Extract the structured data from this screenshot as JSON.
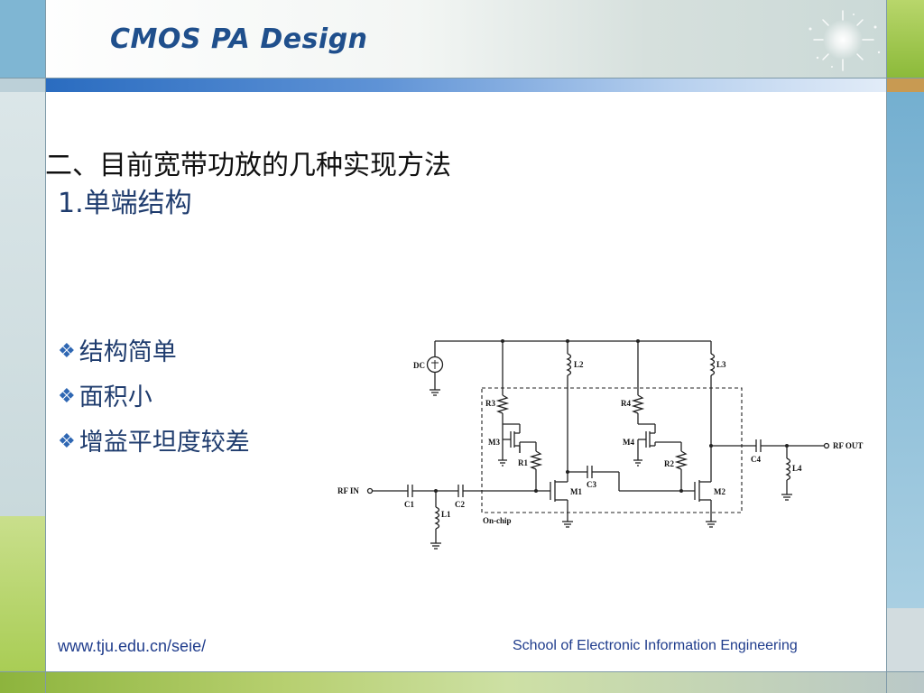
{
  "header": {
    "title": "CMOS PA Design"
  },
  "content": {
    "heading": "二、目前宽带功放的几种实现方法",
    "subheading": "1.单端结构",
    "bullet_marker": "❖",
    "bullets": [
      "结构简单",
      "面积小",
      "增益平坦度较差"
    ]
  },
  "circuit": {
    "labels": {
      "dc": "DC",
      "rf_in": "RF IN",
      "rf_out": "RF OUT",
      "on_chip": "On-chip",
      "c1": "C1",
      "c2": "C2",
      "c3": "C3",
      "c4": "C4",
      "l1": "L1",
      "l2": "L2",
      "l3": "L3",
      "l4": "L4",
      "r1": "R1",
      "r2": "R2",
      "r3": "R3",
      "r4": "R4",
      "m1": "M1",
      "m2": "M2",
      "m3": "M3",
      "m4": "M4"
    }
  },
  "footer": {
    "url": "www.tju.edu.cn/seie/",
    "school": "School of Electronic Information Engineering"
  },
  "colors": {
    "title": "#1f4f8c",
    "text": "#1f3c6e",
    "accent_blue": "#2a6cc0",
    "accent_green": "#8db43d",
    "teal": "#7fb6d3"
  },
  "icons": [
    "sparkle-logo-icon",
    "diamond-bullet-icon"
  ]
}
